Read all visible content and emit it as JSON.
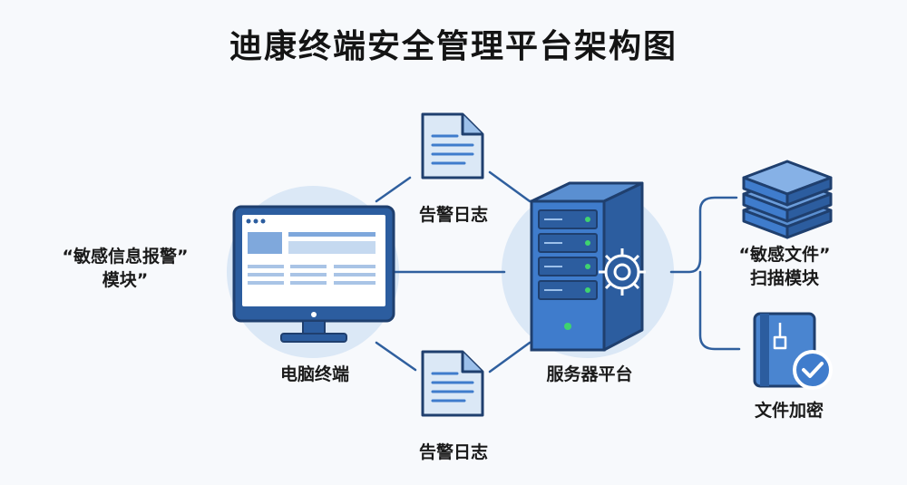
{
  "title": "迪康终端安全管理平台架构图",
  "colors": {
    "primary": "#2c5d9f",
    "accent": "#3f7ccc",
    "light": "#dbe8f6",
    "line": "#2f5f9e",
    "ok": "#3fd36f"
  },
  "nodes": {
    "terminal": {
      "label": "电脑终端",
      "icon": "desktop-monitor-icon"
    },
    "server": {
      "label": "服务器平台",
      "icon": "server-gear-icon"
    },
    "log_top": {
      "label": "告警日志",
      "icon": "document-icon"
    },
    "log_bottom": {
      "label": "告警日志",
      "icon": "document-icon"
    },
    "scan": {
      "label_line1": "“敏感文件”",
      "label_line2": "扫描模块",
      "icon": "stack-layers-icon"
    },
    "encrypt": {
      "label": "文件加密",
      "icon": "secure-file-check-icon"
    }
  },
  "side_label": {
    "line1": "“敏感信息报警”",
    "line2": "模块”"
  }
}
